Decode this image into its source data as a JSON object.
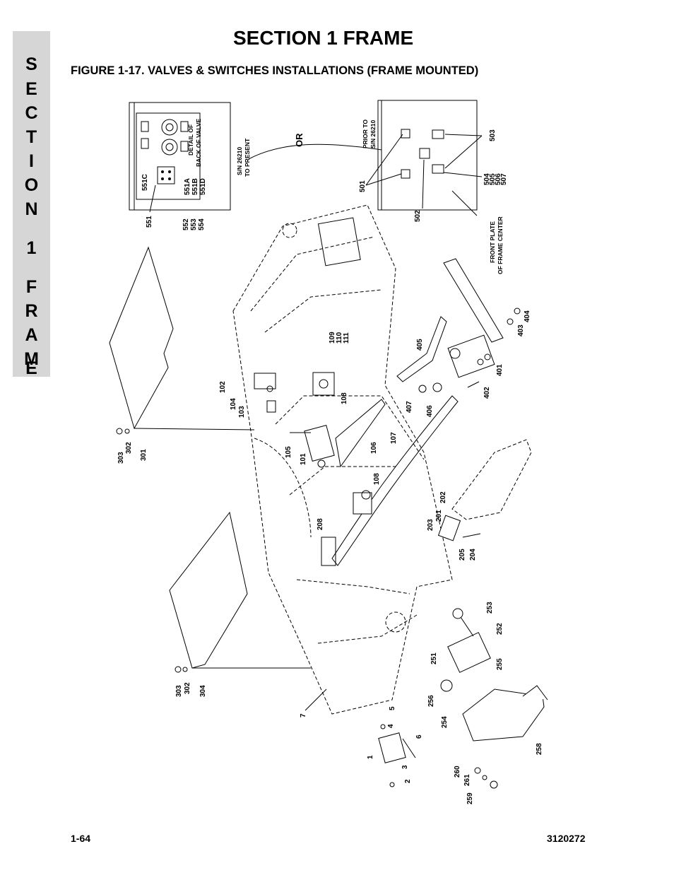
{
  "side_tab": {
    "letters": [
      "S",
      "E",
      "C",
      "T",
      "I",
      "O",
      "N",
      "1",
      "F",
      "R",
      "A",
      "M",
      "E"
    ]
  },
  "header": {
    "title": "SECTION 1  FRAME",
    "figure_caption": "FIGURE 1-17.  VALVES & SWITCHES INSTALLATIONS (FRAME MOUNTED)"
  },
  "diagram": {
    "detail_left": {
      "labels": [
        "551C",
        "551A",
        "551B",
        "551D",
        "DETAIL OF",
        "BACK OF VALVE",
        "S/N 26210",
        "TO PRESENT",
        "551",
        "552",
        "553",
        "554"
      ]
    },
    "or_label": "OR",
    "detail_right": {
      "labels": [
        "PRIOR TO",
        "S/N 26210",
        "501",
        "502",
        "503",
        "504",
        "505",
        "506",
        "507",
        "FRONT PLATE",
        "OF FRAME CENTER"
      ]
    },
    "callouts": [
      "101",
      "102",
      "103",
      "104",
      "105",
      "106",
      "107",
      "108",
      "108",
      "109",
      "110",
      "111",
      "201",
      "202",
      "203",
      "204",
      "205",
      "208",
      "251",
      "252",
      "253",
      "254",
      "255",
      "256",
      "258",
      "259",
      "260",
      "261",
      "301",
      "302",
      "303",
      "304",
      "302",
      "303",
      "401",
      "402",
      "403",
      "404",
      "405",
      "406",
      "407",
      "1",
      "2",
      "3",
      "4",
      "5",
      "6",
      "7"
    ]
  },
  "footer": {
    "page_number": "1-64",
    "doc_number": "3120272"
  }
}
